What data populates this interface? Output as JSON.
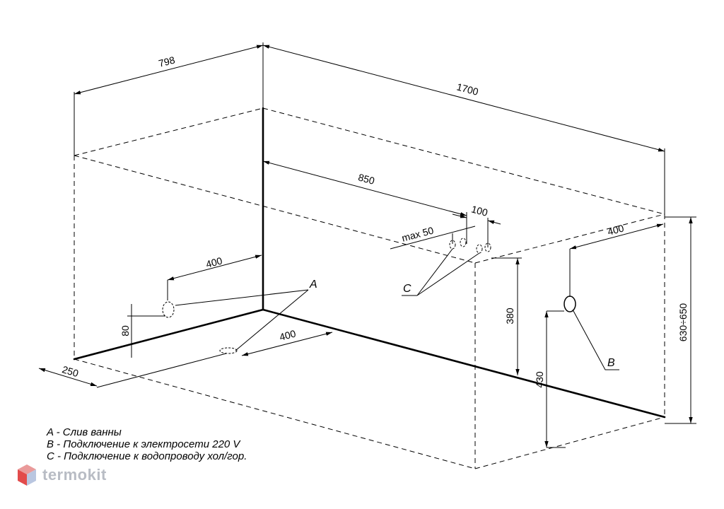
{
  "dimensions": {
    "width": "798",
    "length": "1700",
    "pipe_distance": "850",
    "pipe_spacing": "100",
    "pipe_offset": "max  50",
    "electric_offset": "400",
    "drain_offset": "400",
    "drain_height": "80",
    "panel_drain_offset": "400",
    "panel_edge": "250",
    "pipe_height": "380",
    "electric_height": "430",
    "tub_height": "630÷650"
  },
  "markers": {
    "a": "A",
    "b": "B",
    "c": "C"
  },
  "legend": [
    "A - Слив ванны",
    "B - Подключение к электросети 220 V",
    "C - Подключение к водопроводу хол/гор."
  ],
  "brand": {
    "name": "termokit",
    "colors": {
      "top": "#ea9a9a",
      "left": "#e24b4b",
      "right": "#b9c6e0"
    }
  }
}
